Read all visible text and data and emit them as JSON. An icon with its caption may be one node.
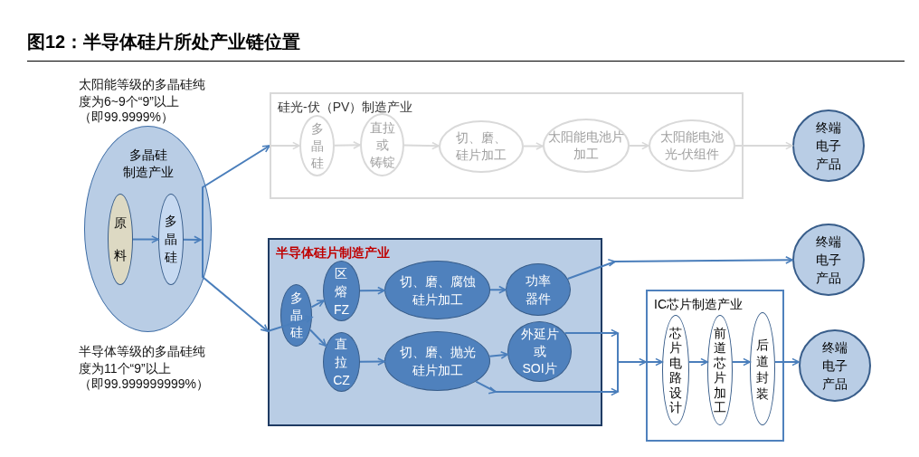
{
  "diagram": {
    "title": "图12：半导体硅片所处产业链位置",
    "nodes": [
      {
        "text": [
          "多晶硅制造产业"
        ]
      },
      {
        "text": [
          "原料"
        ],
        "in": 0
      },
      {
        "text": [
          "多晶硅"
        ],
        "in": 0
      },
      {
        "text": [
          "硅光-伏（PV）制造产业"
        ]
      },
      {
        "text": [
          "多晶硅"
        ],
        "in": 3
      },
      {
        "text": [
          "直拉或铸锭"
        ],
        "in": 3
      },
      {
        "text": [
          "切、磨、硅片加工"
        ],
        "in": 3
      },
      {
        "text": [
          "太阳能电池片加工"
        ],
        "in": 3
      },
      {
        "text": [
          "太阳能电池光-伏组件"
        ],
        "in": 3
      },
      {
        "text": [
          "终端电子产品"
        ]
      },
      {
        "text": [
          "半导体硅片制造产业"
        ]
      },
      {
        "text": [
          "多晶硅"
        ],
        "in": 10
      },
      {
        "text": [
          "区熔FZ"
        ],
        "in": 10
      },
      {
        "text": [
          "直拉CZ"
        ],
        "in": 10
      },
      {
        "text": [
          "切、磨、腐蚀硅片加工"
        ],
        "in": 10
      },
      {
        "text": [
          "功率器件"
        ],
        "in": 10
      },
      {
        "text": [
          "切、磨、抛光硅片加工"
        ],
        "in": 10
      },
      {
        "text": [
          "外延片或SOI片"
        ],
        "in": 10
      },
      {
        "text": [
          "终端电子产品"
        ]
      },
      {
        "text": [
          "IC芯片制造产业"
        ]
      },
      {
        "text": [
          "芯片电路设计"
        ],
        "in": 19
      },
      {
        "text": [
          "前道芯片加工"
        ],
        "in": 19
      },
      {
        "text": [
          "后道封装"
        ],
        "in": 19
      },
      {
        "text": [
          "终端电子产品"
        ]
      }
    ],
    "edges": [
      {
        "from": 1,
        "to": 2,
        "arrow": "to"
      },
      {
        "from": 2,
        "to": 3,
        "arrow": "to"
      },
      {
        "from": 2,
        "to": 10,
        "arrow": "to"
      },
      {
        "from": 3,
        "to": 4,
        "arrow": "to",
        "color": "#d9d9d9"
      },
      {
        "from": 4,
        "to": 5,
        "arrow": "to",
        "color": "#d9d9d9"
      },
      {
        "from": 5,
        "to": 6,
        "arrow": "to",
        "color": "#d9d9d9"
      },
      {
        "from": 6,
        "to": 7,
        "arrow": "to",
        "color": "#d9d9d9"
      },
      {
        "from": 7,
        "to": 8,
        "arrow": "to",
        "color": "#d9d9d9"
      },
      {
        "from": 8,
        "to": 9,
        "arrow": "to",
        "color": "#d9d9d9"
      },
      {
        "from": 10,
        "to": 11,
        "arrow": "to"
      },
      {
        "from": 11,
        "to": 12,
        "arrow": "to"
      },
      {
        "from": 11,
        "to": 13,
        "arrow": "to"
      },
      {
        "from": 12,
        "to": 14,
        "arrow": "to"
      },
      {
        "from": 13,
        "to": 16,
        "arrow": "to"
      },
      {
        "from": 14,
        "to": 15,
        "arrow": "to"
      },
      {
        "from": 16,
        "to": 17,
        "arrow": "to"
      },
      {
        "from": 15,
        "to": 18,
        "arrow": "to"
      },
      {
        "from": 17,
        "to": 19,
        "arrow": "to"
      },
      {
        "from": 16,
        "to": 19,
        "arrow": "to"
      },
      {
        "from": 19,
        "to": 20,
        "arrow": "to"
      },
      {
        "from": 20,
        "to": 21,
        "arrow": "to"
      },
      {
        "from": 21,
        "to": 22,
        "arrow": "to"
      },
      {
        "from": 22,
        "to": 23,
        "arrow": "to"
      }
    ],
    "labels": [
      "太阳能等级的多晶硅纯度为6~9个“9”以上",
      "（即99.9999%）",
      "半导体等级的多晶硅纯度为11个“9”以上",
      "（即99.999999999%）"
    ]
  }
}
